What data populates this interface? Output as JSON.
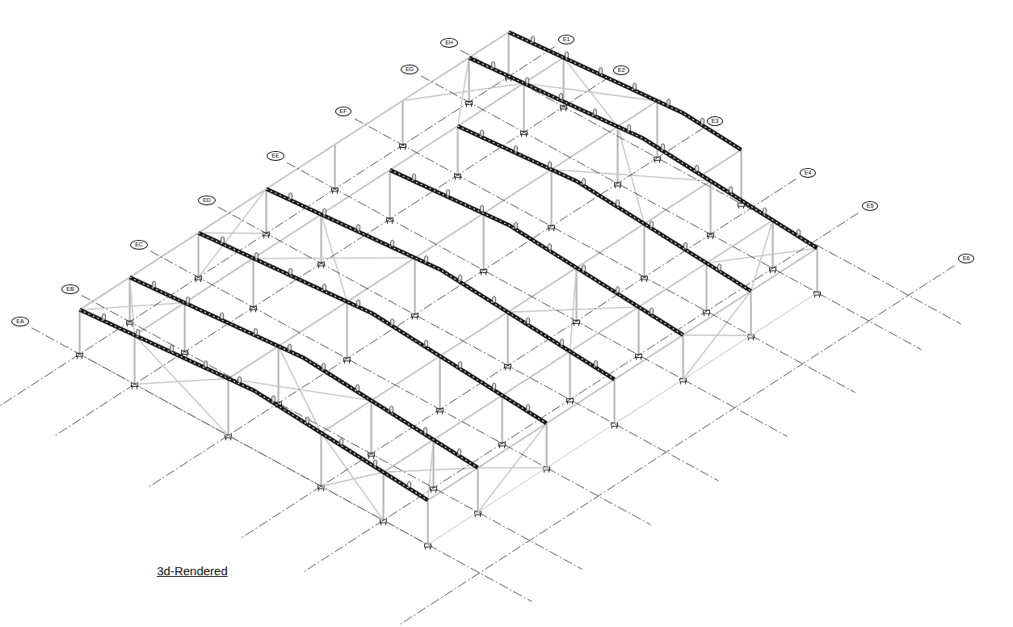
{
  "diagram": {
    "caption": "3d-Rendered",
    "nodes": [
      {
        "text": [
          "EA"
        ]
      },
      {
        "text": [
          "EB"
        ]
      },
      {
        "text": [
          "EC"
        ]
      },
      {
        "text": [
          "ED"
        ]
      },
      {
        "text": [
          "EE"
        ]
      },
      {
        "text": [
          "EF"
        ]
      },
      {
        "text": [
          "EG"
        ]
      },
      {
        "text": [
          "EH"
        ]
      },
      {
        "text": [
          "E1"
        ]
      },
      {
        "text": [
          "E2"
        ]
      },
      {
        "text": [
          "E3"
        ]
      },
      {
        "text": [
          "E4"
        ]
      },
      {
        "text": [
          "E5"
        ]
      },
      {
        "text": [
          "E6"
        ]
      }
    ]
  }
}
